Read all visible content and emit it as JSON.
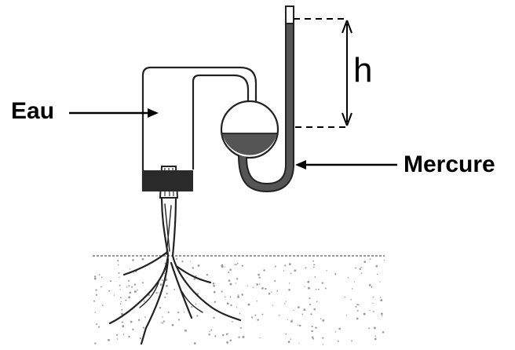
{
  "labels": {
    "water": "Eau",
    "mercury": "Mercure",
    "height": "h"
  },
  "colors": {
    "ink": "#000000",
    "mercury_fill": "#555555",
    "stopper": "#2a2a2a",
    "soil_speckle": "#9a9a9a"
  }
}
